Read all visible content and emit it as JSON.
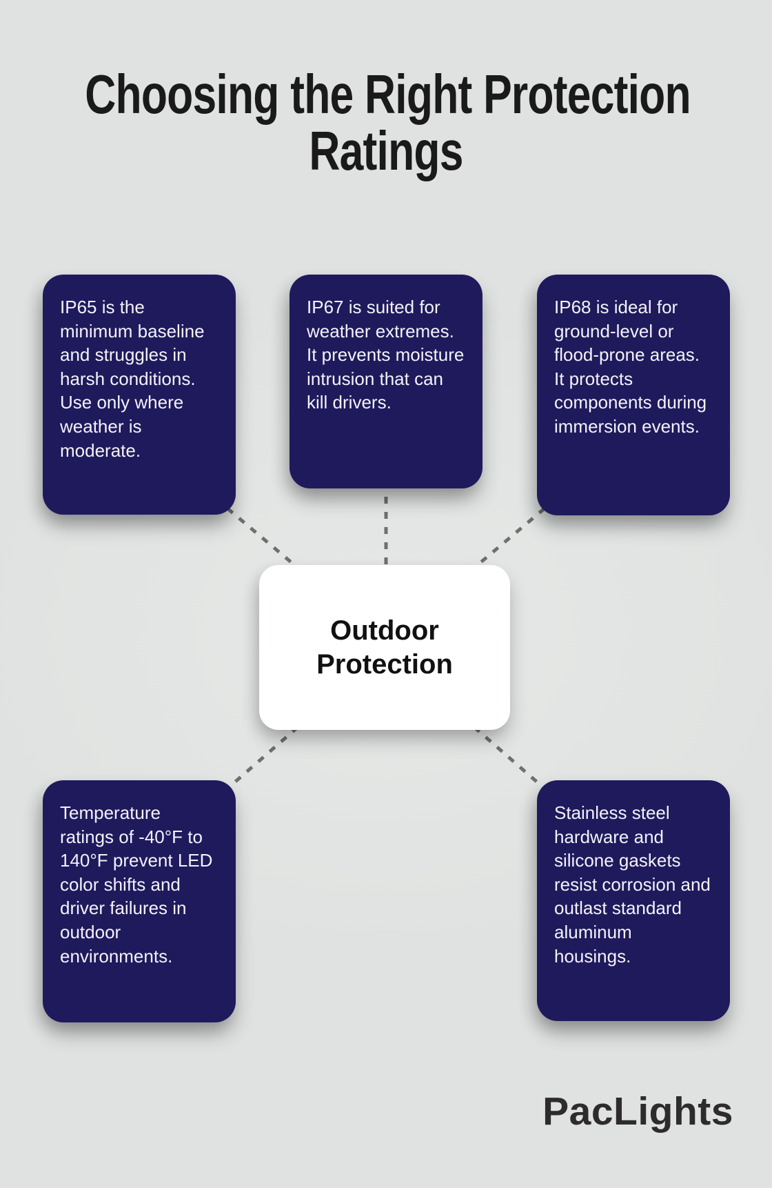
{
  "title": {
    "line1": "Choosing the Right Protection",
    "line2": "Ratings",
    "full": "Choosing the Right Protection Ratings"
  },
  "center_node": {
    "label": "Outdoor Protection"
  },
  "cards": [
    {
      "id": "ip65",
      "text": "IP65 is the minimum baseline and struggles in harsh conditions. Use only where weather is moderate."
    },
    {
      "id": "ip67",
      "text": "IP67 is suited for weather extremes. It prevents moisture intrusion that can kill drivers."
    },
    {
      "id": "ip68",
      "text": "IP68 is ideal for ground-level or flood-prone areas. It protects components during immersion events."
    },
    {
      "id": "temperature",
      "text": "Temperature ratings of -40°F to 140°F prevent LED color shifts and driver failures in outdoor environments."
    },
    {
      "id": "materials",
      "text": "Stainless steel hardware and silicone gaskets resist corrosion and outlast standard aluminum housings."
    }
  ],
  "logo": {
    "text": "PacLights"
  },
  "colors": {
    "background": "#e0e2e1",
    "bg-hi": "#e6e8e7",
    "card-bg": "#1f1a5c",
    "card-text": "#f3f2f8",
    "center-bg": "#ffffff",
    "center-text": "#111111",
    "connector": "#6f6f6f",
    "title": "#1a1a1a",
    "logo": "#2d2b2c"
  }
}
